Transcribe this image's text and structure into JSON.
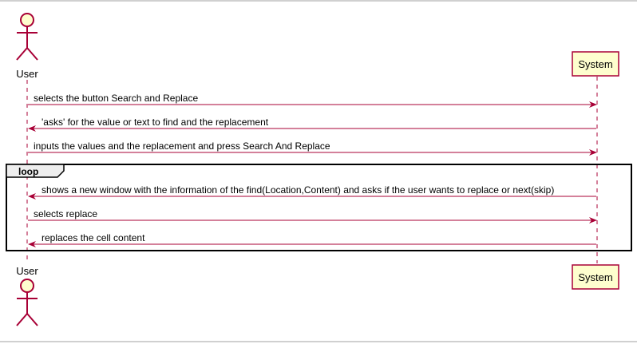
{
  "diagram": {
    "participants": {
      "user": {
        "name": "User",
        "kind": "actor"
      },
      "system": {
        "name": "System",
        "kind": "participant"
      }
    },
    "messages": [
      {
        "from": "user",
        "to": "system",
        "text": "selects the button Search and Replace"
      },
      {
        "from": "system",
        "to": "user",
        "text": "'asks' for the value or text to find and the replacement"
      },
      {
        "from": "user",
        "to": "system",
        "text": "inputs the values and the replacement and press Search And Replace"
      },
      {
        "from": "system",
        "to": "user",
        "text": "shows a new window with the information of the find(Location,Content) and asks if the user wants to replace or next(skip)"
      },
      {
        "from": "user",
        "to": "system",
        "text": "selects replace"
      },
      {
        "from": "system",
        "to": "user",
        "text": "replaces the cell content"
      }
    ],
    "loop": {
      "label": "loop"
    },
    "colors": {
      "arrow": "#a80036",
      "lifeline": "#a80036",
      "actor_fill": "#fefece",
      "actor_stroke": "#a80036",
      "box_fill": "#fefece",
      "box_stroke": "#a80036",
      "frame": "#000000",
      "border": "#a0a0a0"
    }
  }
}
